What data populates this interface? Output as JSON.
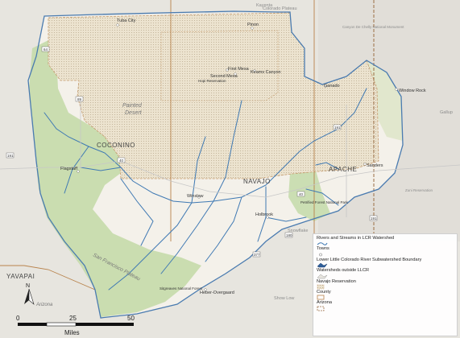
{
  "map": {
    "towns": [
      "Tuba City",
      "Pinon",
      "Second Mesa",
      "First Mesa",
      "Keams Canyon",
      "Ganado",
      "Window Rock",
      "Flagstaff",
      "Winslow",
      "Holbrook",
      "Sanders",
      "Heber-Overgaard"
    ],
    "regions": [
      "Painted Desert",
      "Colorado Plateau",
      "Hopi Reservation",
      "COCONINO",
      "NAVAJO",
      "APACHE",
      "YAVAPAI",
      "Arizona",
      "Petrified Forest National Park",
      "Sitgreaves National Forest",
      "San Francisco Plateau"
    ],
    "faded_labels": [
      "Canyon De Chelly National Monument",
      "Gallup",
      "Zuni Reservation",
      "Snowflake",
      "Show Low",
      "Kayenta"
    ],
    "highway_labels": [
      "64",
      "89",
      "40",
      "191",
      "191",
      "377",
      "180",
      "40",
      "191"
    ],
    "colors": {
      "background": "#e9e7e1",
      "forest": "#c9dcb0",
      "reservation": "#ebe2cf",
      "river": "#3f79b3",
      "watershed_boundary": "#4a7bb0",
      "county_line": "#b8824b",
      "reservation_boundary": "#c49a6c"
    }
  },
  "legend": {
    "items": [
      "Rivers and Streams in LCR Watershed",
      "Towns",
      "Lower Little Colorado River Subwatershed Boundary",
      "Watersheds outside LLCR",
      "Navajo Reservation",
      "County",
      "Arizona"
    ]
  },
  "north_arrow": {
    "label": "N"
  },
  "scale": {
    "ticks": [
      "0",
      "25",
      "50"
    ],
    "unit": "Miles"
  }
}
